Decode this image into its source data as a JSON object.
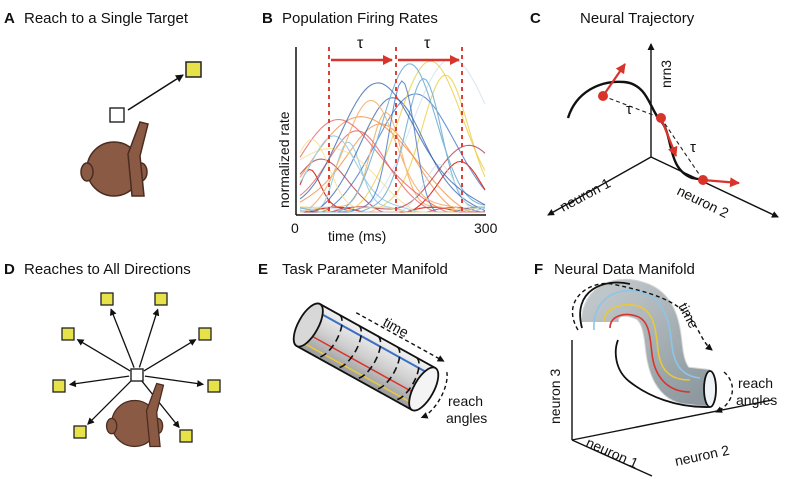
{
  "panels": {
    "a": {
      "letter": "A",
      "title": "Reach to a Single Target"
    },
    "b": {
      "letter": "B",
      "title": "Population Firing Rates",
      "ylabel": "normalized rate",
      "xlabel": "time (ms)",
      "x_min": "0",
      "x_max": "300",
      "tau": "τ"
    },
    "c": {
      "letter": "C",
      "title": "Neural Trajectory",
      "axis1": "neuron 1",
      "axis2": "neuron 2",
      "axis3": "nrn3",
      "tau": "τ"
    },
    "d": {
      "letter": "D",
      "title": "Reaches to All Directions"
    },
    "e": {
      "letter": "E",
      "title": "Task Parameter Manifold",
      "time": "time",
      "reach1": "reach",
      "reach2": "angles"
    },
    "f": {
      "letter": "F",
      "title": "Neural Data Manifold",
      "axis1": "neuron 1",
      "axis2": "neuron 2",
      "axis3": "neuron 3",
      "time": "time",
      "reach1": "reach",
      "reach2": "angles"
    }
  },
  "colors": {
    "target": "#e8e24a",
    "monkey": "#8a5a44",
    "arrow_red": "#d9342b",
    "guide_red": "#e0403a"
  }
}
